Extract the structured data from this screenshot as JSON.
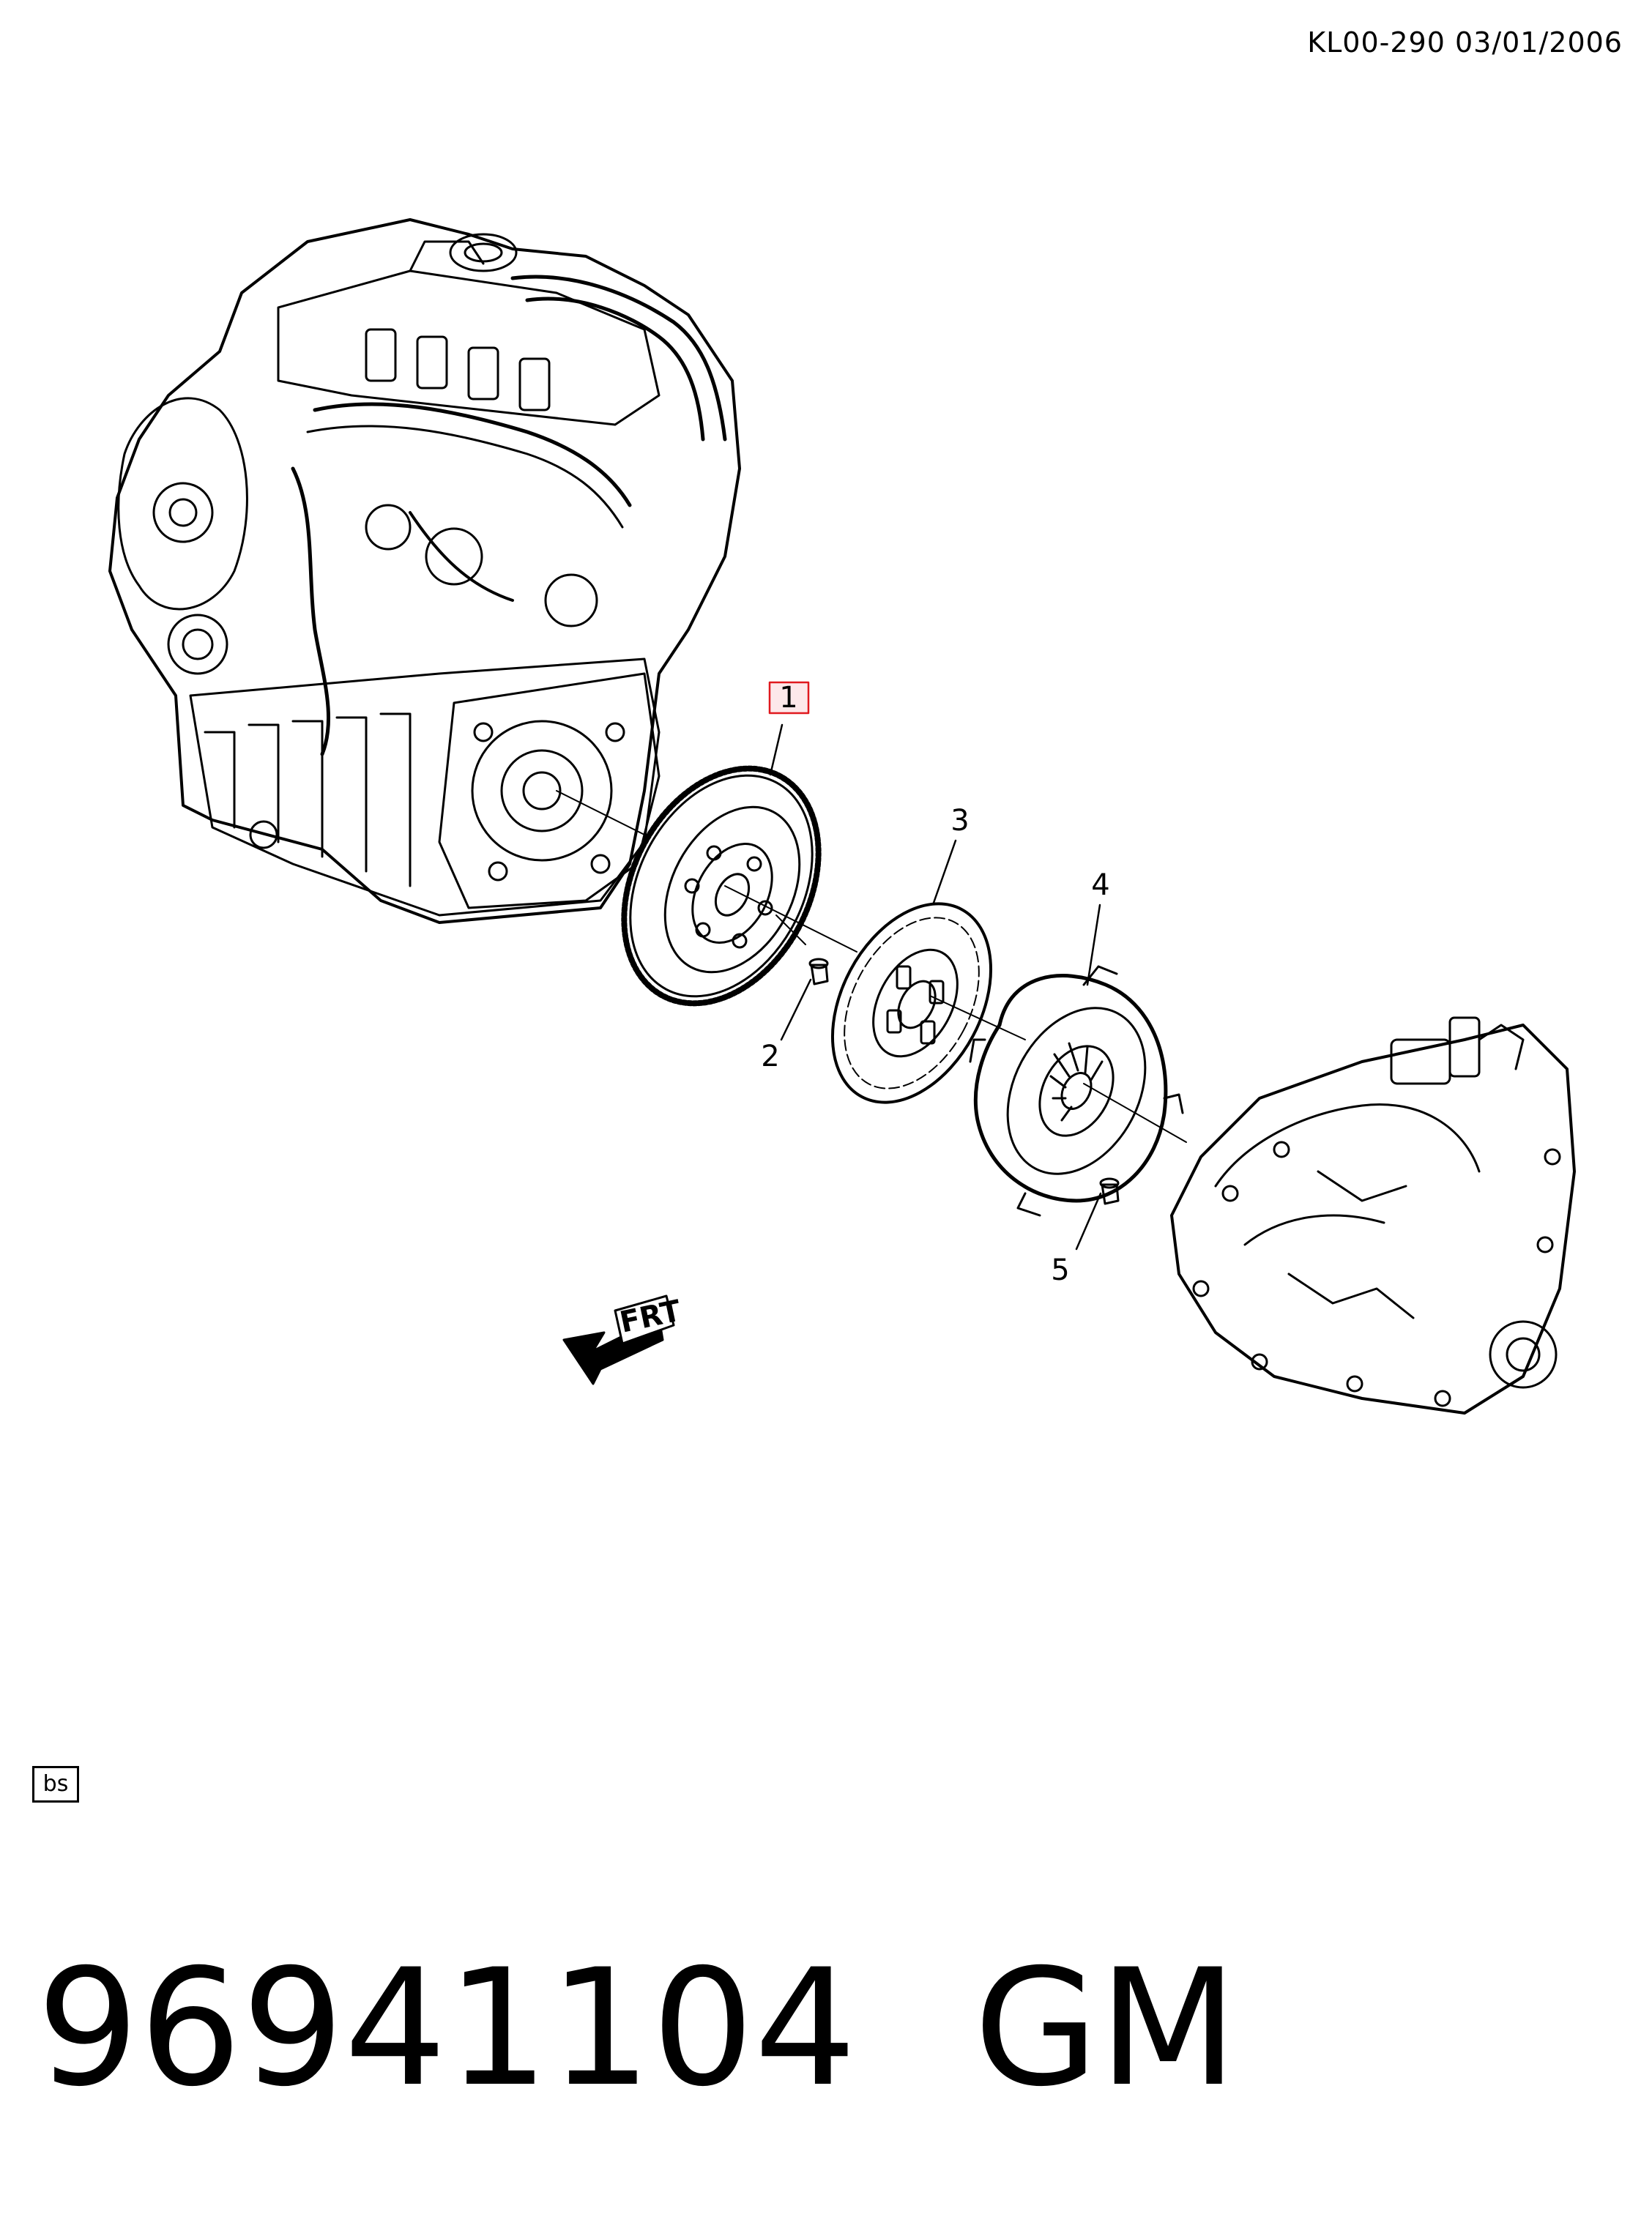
{
  "header": {
    "reference": "KL00-290  03/01/2006"
  },
  "callouts": [
    {
      "id": "1",
      "label": "1",
      "highlighted": true
    },
    {
      "id": "2",
      "label": "2"
    },
    {
      "id": "3",
      "label": "3"
    },
    {
      "id": "4",
      "label": "4"
    },
    {
      "id": "5",
      "label": "5"
    }
  ],
  "direction_marker": {
    "label": "FRT",
    "icon": "front-arrow-icon"
  },
  "tag": {
    "label": "bs"
  },
  "footer": {
    "part_number": "96941104",
    "brand": "GM"
  },
  "colors": {
    "line": "#000000",
    "highlight_border": "#e0191e",
    "highlight_fill": "#fde8ea",
    "background": "#ffffff"
  }
}
